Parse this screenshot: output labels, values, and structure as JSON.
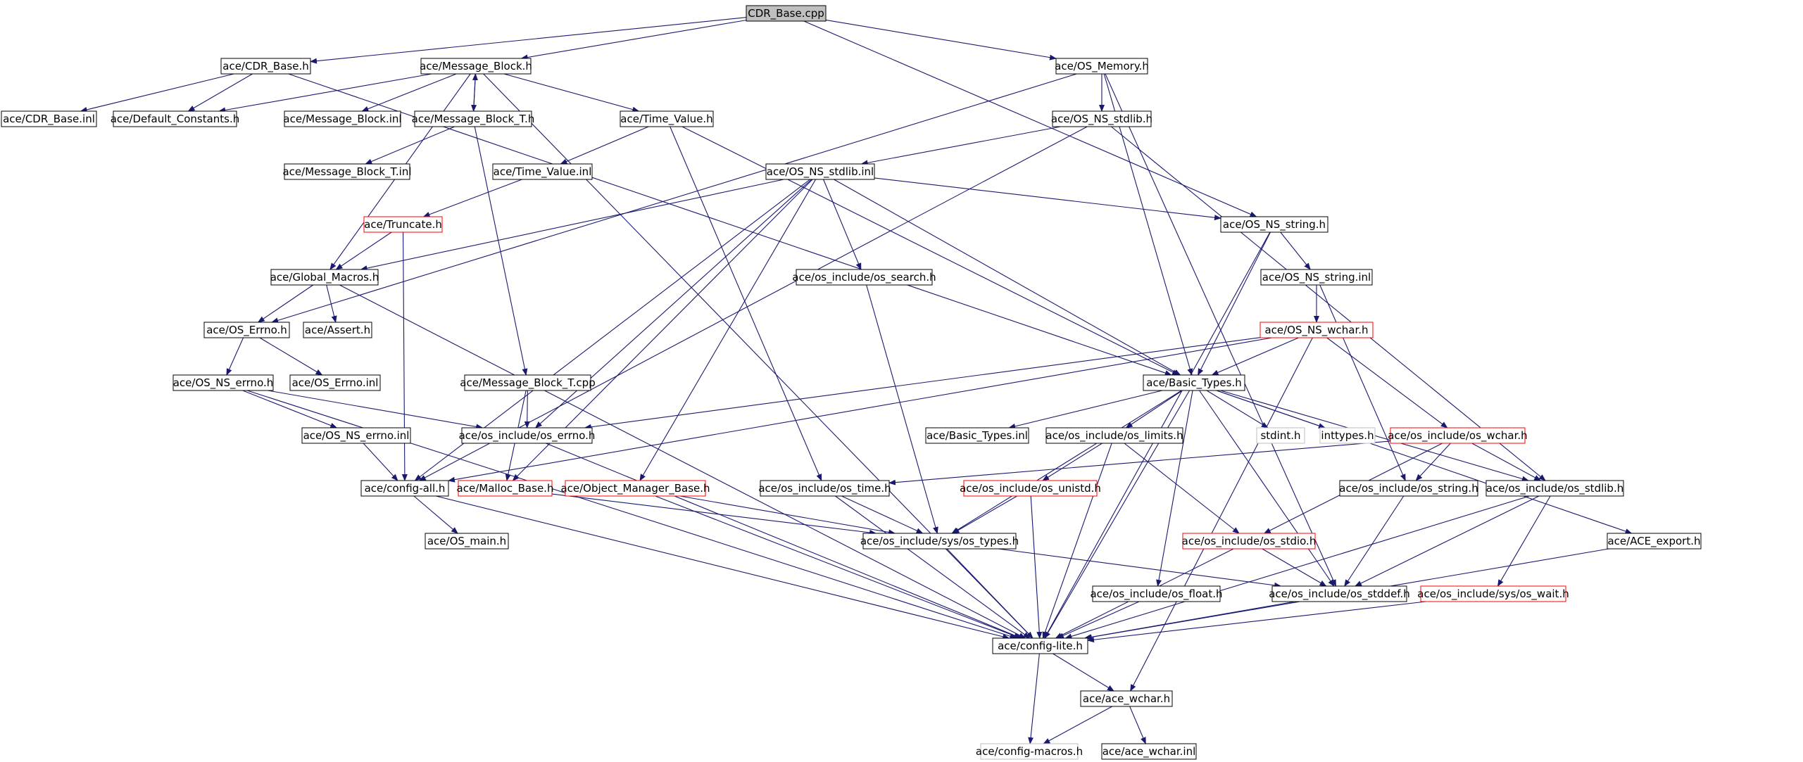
{
  "diagram": {
    "root": "CDR_Base.cpp",
    "colors": {
      "edge": "#191970",
      "node_border_default": "#000000",
      "node_border_incomplete": "#ff0000",
      "node_border_external": "#bfbfbf",
      "root_fill": "#bfbfbf",
      "node_fill": "#ffffff"
    },
    "nodes": [
      {
        "id": "cdr_base_cpp",
        "label": "CDR_Base.cpp",
        "style": "root"
      },
      {
        "id": "cdr_base_h",
        "label": "ace/CDR_Base.h",
        "style": "normal"
      },
      {
        "id": "message_block_h",
        "label": "ace/Message_Block.h",
        "style": "normal"
      },
      {
        "id": "os_memory_h",
        "label": "ace/OS_Memory.h",
        "style": "normal"
      },
      {
        "id": "cdr_base_inl",
        "label": "ace/CDR_Base.inl",
        "style": "normal"
      },
      {
        "id": "default_constants_h",
        "label": "ace/Default_Constants.h",
        "style": "normal"
      },
      {
        "id": "message_block_inl",
        "label": "ace/Message_Block.inl",
        "style": "normal"
      },
      {
        "id": "message_block_t_h",
        "label": "ace/Message_Block_T.h",
        "style": "normal"
      },
      {
        "id": "time_value_h",
        "label": "ace/Time_Value.h",
        "style": "normal"
      },
      {
        "id": "os_ns_stdlib_h",
        "label": "ace/OS_NS_stdlib.h",
        "style": "normal"
      },
      {
        "id": "message_block_t_inl",
        "label": "ace/Message_Block_T.inl",
        "style": "normal"
      },
      {
        "id": "time_value_inl",
        "label": "ace/Time_Value.inl",
        "style": "normal"
      },
      {
        "id": "os_ns_stdlib_inl",
        "label": "ace/OS_NS_stdlib.inl",
        "style": "normal"
      },
      {
        "id": "truncate_h",
        "label": "ace/Truncate.h",
        "style": "incomplete"
      },
      {
        "id": "os_ns_string_h",
        "label": "ace/OS_NS_string.h",
        "style": "normal"
      },
      {
        "id": "global_macros_h",
        "label": "ace/Global_Macros.h",
        "style": "normal"
      },
      {
        "id": "os_search_h",
        "label": "ace/os_include/os_search.h",
        "style": "normal"
      },
      {
        "id": "os_ns_string_inl",
        "label": "ace/OS_NS_string.inl",
        "style": "normal"
      },
      {
        "id": "os_errno_h_cap",
        "label": "ace/OS_Errno.h",
        "style": "normal"
      },
      {
        "id": "assert_h",
        "label": "ace/Assert.h",
        "style": "normal"
      },
      {
        "id": "os_ns_wchar_h",
        "label": "ace/OS_NS_wchar.h",
        "style": "incomplete"
      },
      {
        "id": "os_ns_errno_h",
        "label": "ace/OS_NS_errno.h",
        "style": "normal"
      },
      {
        "id": "os_errno_inl",
        "label": "ace/OS_Errno.inl",
        "style": "normal"
      },
      {
        "id": "message_block_t_cpp",
        "label": "ace/Message_Block_T.cpp",
        "style": "normal"
      },
      {
        "id": "basic_types_h",
        "label": "ace/Basic_Types.h",
        "style": "normal"
      },
      {
        "id": "os_ns_errno_inl",
        "label": "ace/OS_NS_errno.inl",
        "style": "normal"
      },
      {
        "id": "os_include_errno_h",
        "label": "ace/os_include/os_errno.h",
        "style": "normal"
      },
      {
        "id": "basic_types_inl",
        "label": "ace/Basic_Types.inl",
        "style": "normal"
      },
      {
        "id": "os_limits_h",
        "label": "ace/os_include/os_limits.h",
        "style": "normal"
      },
      {
        "id": "stdint_h",
        "label": "stdint.h",
        "style": "external"
      },
      {
        "id": "inttypes_h",
        "label": "inttypes.h",
        "style": "external"
      },
      {
        "id": "os_wchar_h",
        "label": "ace/os_include/os_wchar.h",
        "style": "incomplete"
      },
      {
        "id": "config_all_h",
        "label": "ace/config-all.h",
        "style": "normal"
      },
      {
        "id": "malloc_base_h",
        "label": "ace/Malloc_Base.h",
        "style": "incomplete"
      },
      {
        "id": "object_manager_base_h",
        "label": "ace/Object_Manager_Base.h",
        "style": "incomplete"
      },
      {
        "id": "os_time_h",
        "label": "ace/os_include/os_time.h",
        "style": "normal"
      },
      {
        "id": "os_unistd_h",
        "label": "ace/os_include/os_unistd.h",
        "style": "incomplete"
      },
      {
        "id": "os_string_h",
        "label": "ace/os_include/os_string.h",
        "style": "normal"
      },
      {
        "id": "os_stdlib_h",
        "label": "ace/os_include/os_stdlib.h",
        "style": "normal"
      },
      {
        "id": "os_main_h",
        "label": "ace/OS_main.h",
        "style": "normal"
      },
      {
        "id": "sys_types_h",
        "label": "ace/os_include/sys/os_types.h",
        "style": "normal"
      },
      {
        "id": "os_stdio_h",
        "label": "ace/os_include/os_stdio.h",
        "style": "incomplete"
      },
      {
        "id": "ace_export_h",
        "label": "ace/ACE_export.h",
        "style": "normal"
      },
      {
        "id": "os_float_h",
        "label": "ace/os_include/os_float.h",
        "style": "normal"
      },
      {
        "id": "os_stddef_h",
        "label": "ace/os_include/os_stddef.h",
        "style": "normal"
      },
      {
        "id": "sys_wait_h",
        "label": "ace/os_include/sys/os_wait.h",
        "style": "incomplete"
      },
      {
        "id": "config_lite_h",
        "label": "ace/config-lite.h",
        "style": "normal"
      },
      {
        "id": "ace_wchar_h",
        "label": "ace/ace_wchar.h",
        "style": "normal"
      },
      {
        "id": "config_macros_h",
        "label": "ace/config-macros.h",
        "style": "external"
      },
      {
        "id": "ace_wchar_inl",
        "label": "ace/ace_wchar.inl",
        "style": "normal"
      }
    ],
    "edges": [
      [
        "cdr_base_cpp",
        "cdr_base_h"
      ],
      [
        "cdr_base_cpp",
        "message_block_h"
      ],
      [
        "cdr_base_cpp",
        "os_memory_h"
      ],
      [
        "cdr_base_cpp",
        "os_ns_string_h"
      ],
      [
        "cdr_base_h",
        "cdr_base_inl"
      ],
      [
        "cdr_base_h",
        "default_constants_h"
      ],
      [
        "cdr_base_h",
        "basic_types_h"
      ],
      [
        "message_block_h",
        "default_constants_h"
      ],
      [
        "message_block_h",
        "message_block_inl"
      ],
      [
        "message_block_h",
        "message_block_t_h"
      ],
      [
        "message_block_h",
        "time_value_h"
      ],
      [
        "message_block_h",
        "global_macros_h"
      ],
      [
        "message_block_h",
        "config_lite_h"
      ],
      [
        "message_block_t_h",
        "message_block_h"
      ],
      [
        "message_block_t_h",
        "message_block_t_inl"
      ],
      [
        "message_block_t_h",
        "message_block_t_cpp"
      ],
      [
        "os_memory_h",
        "os_ns_stdlib_h"
      ],
      [
        "os_memory_h",
        "basic_types_h"
      ],
      [
        "os_memory_h",
        "os_errno_h_cap"
      ],
      [
        "os_memory_h",
        "os_stddef_h"
      ],
      [
        "os_ns_stdlib_h",
        "os_ns_stdlib_inl"
      ],
      [
        "os_ns_stdlib_h",
        "config_all_h"
      ],
      [
        "os_ns_stdlib_h",
        "os_stdlib_h"
      ],
      [
        "time_value_h",
        "time_value_inl"
      ],
      [
        "time_value_h",
        "basic_types_h"
      ],
      [
        "time_value_h",
        "os_time_h"
      ],
      [
        "time_value_inl",
        "truncate_h"
      ],
      [
        "truncate_h",
        "global_macros_h"
      ],
      [
        "truncate_h",
        "config_all_h"
      ],
      [
        "os_ns_stdlib_inl",
        "global_macros_h"
      ],
      [
        "os_ns_stdlib_inl",
        "os_ns_string_h"
      ],
      [
        "os_ns_stdlib_inl",
        "os_search_h"
      ],
      [
        "os_ns_stdlib_inl",
        "basic_types_h"
      ],
      [
        "os_ns_stdlib_inl",
        "os_include_errno_h"
      ],
      [
        "os_ns_stdlib_inl",
        "malloc_base_h"
      ],
      [
        "os_ns_stdlib_inl",
        "object_manager_base_h"
      ],
      [
        "os_ns_stdlib_inl",
        "config_all_h"
      ],
      [
        "os_ns_string_h",
        "os_ns_string_inl"
      ],
      [
        "os_ns_string_h",
        "basic_types_h"
      ],
      [
        "os_ns_string_h",
        "config_lite_h"
      ],
      [
        "os_ns_string_inl",
        "os_ns_wchar_h"
      ],
      [
        "os_ns_string_inl",
        "os_string_h"
      ],
      [
        "global_macros_h",
        "os_errno_h_cap"
      ],
      [
        "global_macros_h",
        "assert_h"
      ],
      [
        "global_macros_h",
        "config_lite_h"
      ],
      [
        "os_search_h",
        "sys_types_h"
      ],
      [
        "os_errno_h_cap",
        "os_ns_errno_h"
      ],
      [
        "os_errno_h_cap",
        "os_errno_inl"
      ],
      [
        "os_ns_wchar_h",
        "basic_types_h"
      ],
      [
        "os_ns_wchar_h",
        "os_include_errno_h"
      ],
      [
        "os_ns_wchar_h",
        "os_wchar_h"
      ],
      [
        "os_ns_wchar_h",
        "ace_wchar_h"
      ],
      [
        "os_ns_wchar_h",
        "config_all_h"
      ],
      [
        "os_ns_errno_h",
        "os_ns_errno_inl"
      ],
      [
        "os_ns_errno_h",
        "os_include_errno_h"
      ],
      [
        "os_ns_errno_h",
        "config_lite_h"
      ],
      [
        "os_ns_errno_inl",
        "config_all_h"
      ],
      [
        "message_block_t_cpp",
        "os_include_errno_h"
      ],
      [
        "message_block_t_cpp",
        "malloc_base_h"
      ],
      [
        "basic_types_h",
        "basic_types_inl"
      ],
      [
        "basic_types_h",
        "os_limits_h"
      ],
      [
        "basic_types_h",
        "stdint_h"
      ],
      [
        "basic_types_h",
        "inttypes_h"
      ],
      [
        "basic_types_h",
        "os_stdlib_h"
      ],
      [
        "basic_types_h",
        "ace_export_h"
      ],
      [
        "basic_types_h",
        "os_float_h"
      ],
      [
        "basic_types_h",
        "os_stddef_h"
      ],
      [
        "basic_types_h",
        "sys_types_h"
      ],
      [
        "basic_types_h",
        "config_lite_h"
      ],
      [
        "os_include_errno_h",
        "config_lite_h"
      ],
      [
        "os_limits_h",
        "os_unistd_h"
      ],
      [
        "os_limits_h",
        "os_stdio_h"
      ],
      [
        "os_limits_h",
        "config_lite_h"
      ],
      [
        "os_wchar_h",
        "os_string_h"
      ],
      [
        "os_wchar_h",
        "os_stdlib_h"
      ],
      [
        "os_wchar_h",
        "os_stdio_h"
      ],
      [
        "os_wchar_h",
        "os_time_h"
      ],
      [
        "config_all_h",
        "os_main_h"
      ],
      [
        "config_all_h",
        "config_lite_h"
      ],
      [
        "malloc_base_h",
        "sys_types_h"
      ],
      [
        "object_manager_base_h",
        "sys_types_h"
      ],
      [
        "object_manager_base_h",
        "config_lite_h"
      ],
      [
        "os_time_h",
        "sys_types_h"
      ],
      [
        "os_time_h",
        "config_lite_h"
      ],
      [
        "os_unistd_h",
        "sys_types_h"
      ],
      [
        "os_unistd_h",
        "config_lite_h"
      ],
      [
        "os_string_h",
        "os_stddef_h"
      ],
      [
        "os_stdlib_h",
        "os_stddef_h"
      ],
      [
        "os_stdlib_h",
        "sys_wait_h"
      ],
      [
        "os_stdlib_h",
        "config_lite_h"
      ],
      [
        "sys_types_h",
        "os_stddef_h"
      ],
      [
        "sys_types_h",
        "config_lite_h"
      ],
      [
        "os_stdio_h",
        "os_stddef_h"
      ],
      [
        "os_stdio_h",
        "config_lite_h"
      ],
      [
        "ace_export_h",
        "config_lite_h"
      ],
      [
        "os_float_h",
        "config_lite_h"
      ],
      [
        "os_stddef_h",
        "config_lite_h"
      ],
      [
        "sys_wait_h",
        "config_lite_h"
      ],
      [
        "config_lite_h",
        "ace_wchar_h"
      ],
      [
        "config_lite_h",
        "config_macros_h"
      ],
      [
        "ace_wchar_h",
        "config_macros_h"
      ],
      [
        "ace_wchar_h",
        "ace_wchar_inl"
      ]
    ]
  }
}
